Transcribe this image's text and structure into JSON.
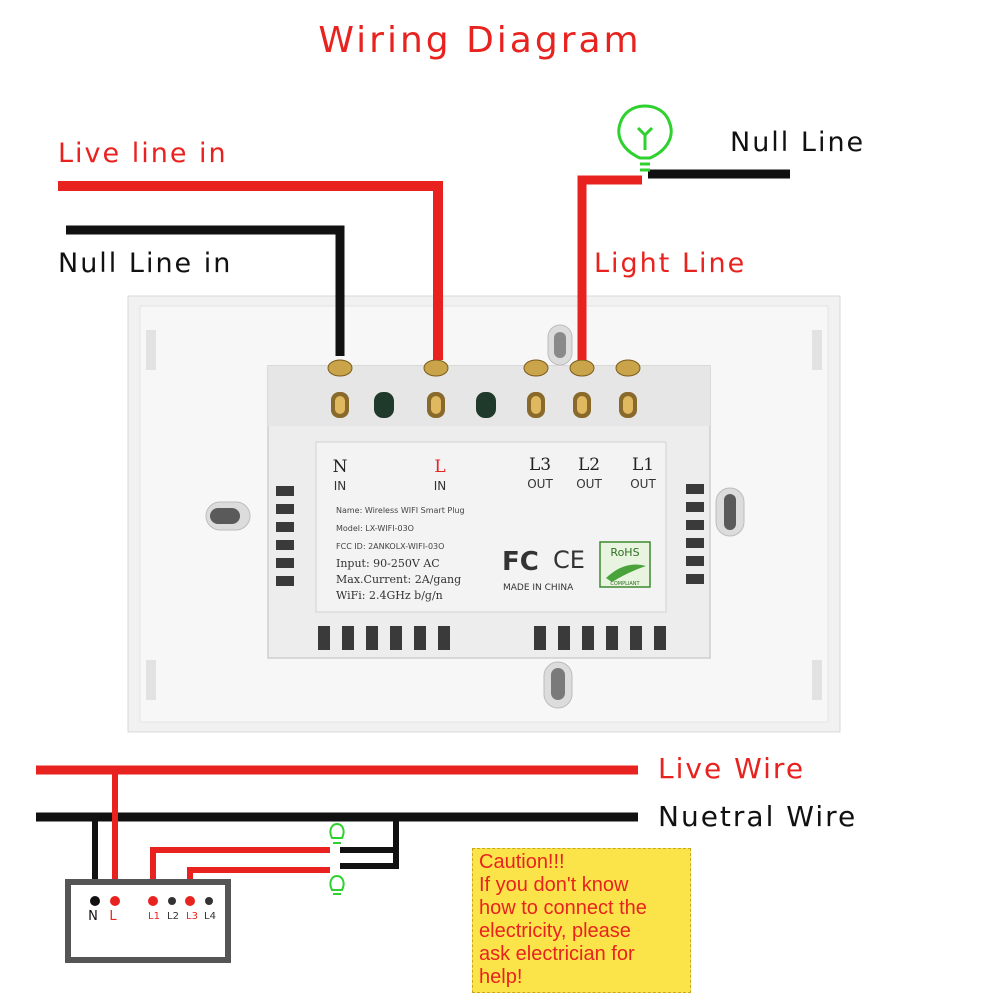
{
  "title": "Wiring Diagram",
  "labels": {
    "live_line_in": "Live line in",
    "null_line_in": "Null Line in",
    "null_line": "Null Line",
    "light_line": "Light Line",
    "live_wire": "Live Wire",
    "neutral_wire": "Nuetral Wire"
  },
  "terminals": {
    "n": "N",
    "n_sub": "IN",
    "l": "L",
    "l_sub": "IN",
    "l3": "L3",
    "l3_sub": "OUT",
    "l2": "L2",
    "l2_sub": "OUT",
    "l1": "L1",
    "l1_sub": "OUT"
  },
  "specs": {
    "name": "Name: Wireless WIFI Smart Plug",
    "model": "Model: LX-WIFI-03O",
    "fcc": "FCC ID: 2ANKOLX-WIFI-03O",
    "input": "Input: 90-250V AC",
    "max_current": "Max.Current: 2A/gang",
    "wifi": "WiFi: 2.4GHz b/g/n"
  },
  "marks": {
    "fc": "FC",
    "ce": "CE",
    "made_in": "MADE IN CHINA",
    "rohs": "RoHS",
    "rohs_sub": "COMPLIANT"
  },
  "mini_diagram": {
    "n": "N",
    "l": "L",
    "l1": "L1",
    "l2": "L2",
    "l3": "L3",
    "l4": "L4"
  },
  "caution": {
    "line1": "Caution!!!",
    "line2": "If you don't know",
    "line3": "how to connect the",
    "line4": "electricity, please",
    "line5": "ask electrician for",
    "line6": "help!"
  },
  "colors": {
    "live": "#e8231f",
    "neutral": "#111111",
    "bulb": "#2fd12f",
    "caution_bg": "#fbe44a"
  }
}
